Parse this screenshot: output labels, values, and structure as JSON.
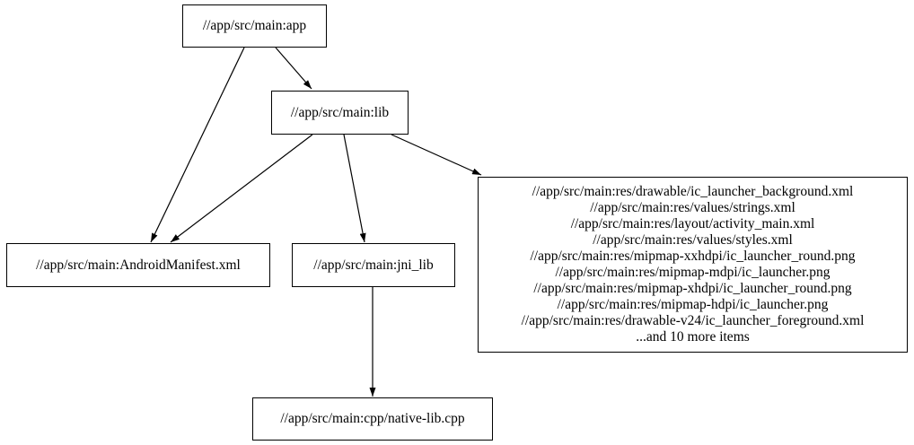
{
  "diagram": {
    "type": "dependency-graph",
    "background_color": "#ffffff",
    "node_border_color": "#000000",
    "edge_color": "#000000",
    "nodes": [
      {
        "id": "app",
        "label": "//app/src/main:app"
      },
      {
        "id": "lib",
        "label": "//app/src/main:lib"
      },
      {
        "id": "manifest",
        "label": "//app/src/main:AndroidManifest.xml"
      },
      {
        "id": "jni_lib",
        "label": "//app/src/main:jni_lib"
      },
      {
        "id": "res_group",
        "lines": [
          "//app/src/main:res/drawable/ic_launcher_background.xml",
          "//app/src/main:res/values/strings.xml",
          "//app/src/main:res/layout/activity_main.xml",
          "//app/src/main:res/values/styles.xml",
          "//app/src/main:res/mipmap-xxhdpi/ic_launcher_round.png",
          "//app/src/main:res/mipmap-mdpi/ic_launcher.png",
          "//app/src/main:res/mipmap-xhdpi/ic_launcher_round.png",
          "//app/src/main:res/mipmap-hdpi/ic_launcher.png",
          "//app/src/main:res/drawable-v24/ic_launcher_foreground.xml",
          "...and 10 more items"
        ]
      },
      {
        "id": "cpp",
        "label": "//app/src/main:cpp/native-lib.cpp"
      }
    ],
    "edges": [
      {
        "from": "app",
        "to": "lib"
      },
      {
        "from": "app",
        "to": "manifest"
      },
      {
        "from": "lib",
        "to": "manifest"
      },
      {
        "from": "lib",
        "to": "jni_lib"
      },
      {
        "from": "lib",
        "to": "res_group"
      },
      {
        "from": "jni_lib",
        "to": "cpp"
      }
    ]
  }
}
